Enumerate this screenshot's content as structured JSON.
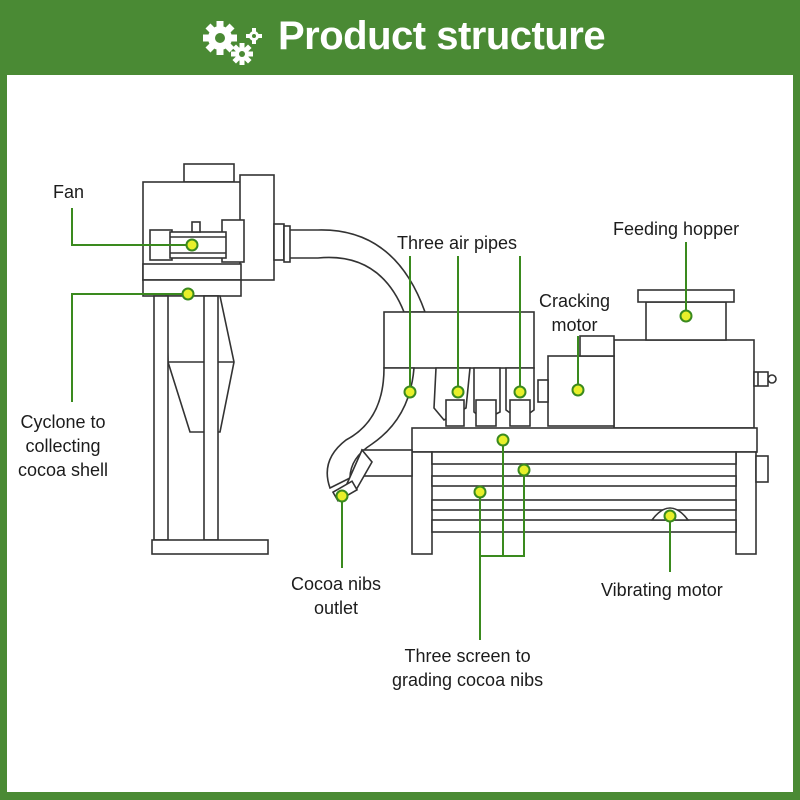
{
  "header": {
    "title": "Product structure",
    "icon": "gears-icon",
    "background_color": "#4a8a34"
  },
  "labels": {
    "fan": "Fan",
    "cyclone": [
      "Cyclone to",
      "collecting",
      "cocoa shell"
    ],
    "three_air_pipes": "Three air pipes",
    "feeding_hopper": "Feeding hopper",
    "cracking_motor": [
      "Cracking",
      "motor"
    ],
    "cocoa_nibs_outlet": [
      "Cocoa nibs",
      "outlet"
    ],
    "vibrating_motor": "Vibrating motor",
    "three_screen": [
      "Three screen to",
      "grading cocoa nibs"
    ]
  },
  "colors": {
    "leader_line": "#3a8a1e",
    "marker_fill": "#e8f02a",
    "marker_stroke": "#3a8a1e",
    "machine_stroke": "#333333"
  }
}
